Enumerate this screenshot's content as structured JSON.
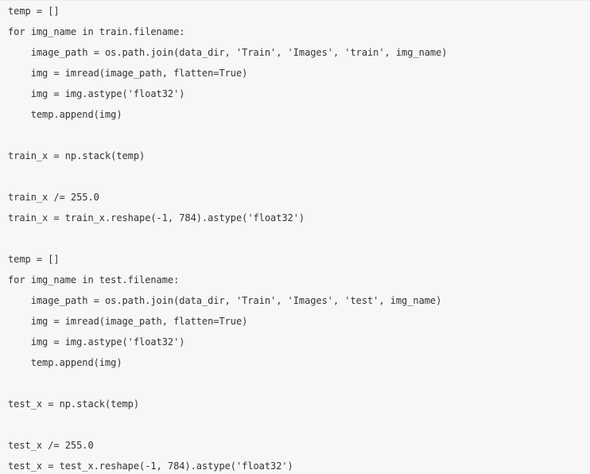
{
  "code_lines": [
    "temp = []",
    "for img_name in train.filename:",
    "    image_path = os.path.join(data_dir, 'Train', 'Images', 'train', img_name)",
    "    img = imread(image_path, flatten=True)",
    "    img = img.astype('float32')",
    "    temp.append(img)",
    "",
    "train_x = np.stack(temp)",
    "",
    "train_x /= 255.0",
    "train_x = train_x.reshape(-1, 784).astype('float32')",
    "",
    "temp = []",
    "for img_name in test.filename:",
    "    image_path = os.path.join(data_dir, 'Train', 'Images', 'test', img_name)",
    "    img = imread(image_path, flatten=True)",
    "    img = img.astype('float32')",
    "    temp.append(img)",
    "",
    "test_x = np.stack(temp)",
    "",
    "test_x /= 255.0",
    "test_x = test_x.reshape(-1, 784).astype('float32')"
  ],
  "theme": {
    "background": "#f7f7f7",
    "text": "#333333"
  }
}
